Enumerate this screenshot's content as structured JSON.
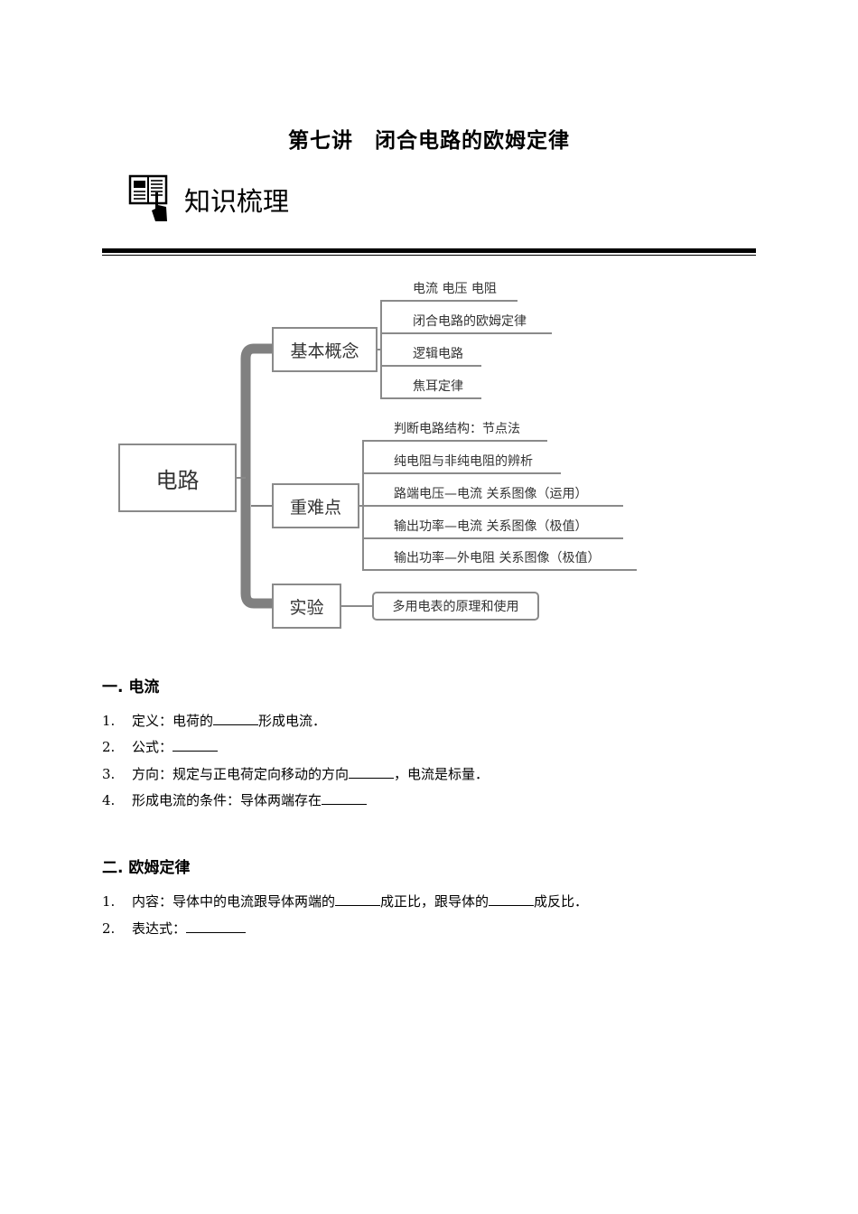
{
  "header": {
    "title": "第七讲　闭合电路的欧姆定律",
    "section_label": "知识梳理",
    "section_icon": "book-hand-icon"
  },
  "mindmap": {
    "root": "电路",
    "branches": [
      {
        "label": "基本概念",
        "children": [
          "电流 电压 电阻",
          "闭合电路的欧姆定律",
          "逻辑电路",
          "焦耳定律"
        ]
      },
      {
        "label": "重难点",
        "children": [
          "判断电路结构：节点法",
          "纯电阻与非纯电阻的辨析",
          "路端电压—电流 关系图像（运用）",
          "输出功率—电流 关系图像（极值）",
          "输出功率—外电阻 关系图像（极值）"
        ]
      },
      {
        "label": "实验",
        "children": [
          "多用电表的原理和使用"
        ]
      }
    ],
    "colors": {
      "line": "#8a8a8a",
      "trunk": "#808080",
      "text": "#333333"
    }
  },
  "sections": [
    {
      "heading": "一. 电流",
      "items": [
        {
          "num": "1.",
          "before": "定义：电荷的",
          "after": "形成电流．"
        },
        {
          "num": "2.",
          "before": "公式：",
          "after": ""
        },
        {
          "num": "3.",
          "before": "方向：规定与正电荷定向移动的方向",
          "after": "，电流是标量．"
        },
        {
          "num": "4.",
          "before": "形成电流的条件：导体两端存在",
          "after": ""
        }
      ]
    },
    {
      "heading": "二. 欧姆定律",
      "items": [
        {
          "num": "1.",
          "before": "内容：导体中的电流跟导体两端的",
          "middle": "成正比，跟导体的",
          "after": "成反比．"
        },
        {
          "num": "2.",
          "before": "表达式：",
          "after": ""
        }
      ]
    }
  ]
}
